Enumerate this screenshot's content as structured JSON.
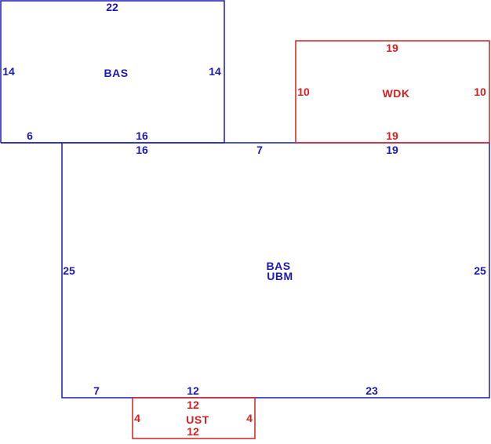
{
  "colors": {
    "main": "#1a1ab0",
    "accent": "#d42020"
  },
  "sketch": {
    "bas_upper": {
      "label": "BAS",
      "top": "22",
      "left": "14",
      "right": "14",
      "bottom_left": "6",
      "bottom_right": "16"
    },
    "wdk": {
      "label": "WDK",
      "top": "19",
      "left": "10",
      "right": "10",
      "bottom": "19"
    },
    "bas_main": {
      "label_line1": "BAS",
      "label_line2": "UBM",
      "top_left": "16",
      "top_middle": "7",
      "top_right": "19",
      "left": "25",
      "right": "25",
      "bottom_left": "7",
      "bottom_middle": "12",
      "bottom_right": "23"
    },
    "ust": {
      "label": "UST",
      "top": "12",
      "left": "4",
      "right": "4",
      "bottom": "12"
    }
  }
}
